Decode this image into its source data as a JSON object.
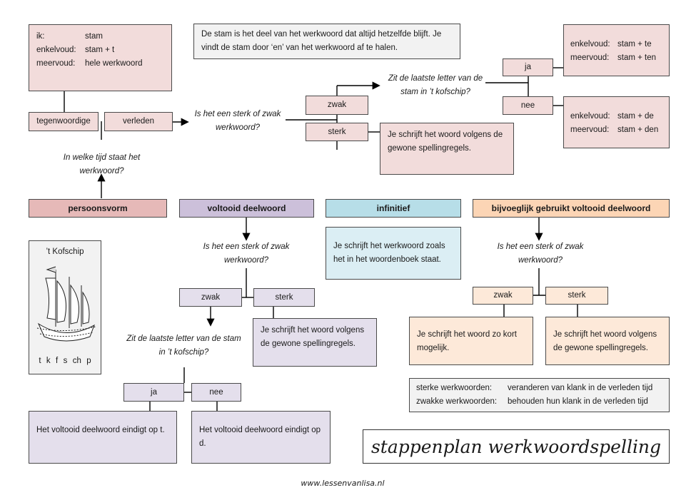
{
  "persoonsvorm": {
    "header": "persoonsvorm",
    "question_time": "In welke tijd staat het werkwoord?",
    "tegenwoordige": "tegenwoordige",
    "verleden": "verleden",
    "present_table": [
      {
        "k": "ik:",
        "v": "stam"
      },
      {
        "k": "enkelvoud:",
        "v": "stam + t"
      },
      {
        "k": "meervoud:",
        "v": "hele werkwoord"
      }
    ],
    "question_strong_weak": "Is het een sterk of zwak werkwoord?",
    "zwak": "zwak",
    "sterk": "sterk",
    "sterk_result": "Je schrijft het woord volgens de gewone spellingregels.",
    "question_kofschip": "Zit de laatste letter van de stam in ’t kofschip?",
    "ja": "ja",
    "nee": "nee",
    "ja_table": [
      {
        "k": "enkelvoud:",
        "v": "stam + te"
      },
      {
        "k": "meervoud:",
        "v": "stam + ten"
      }
    ],
    "nee_table": [
      {
        "k": "enkelvoud:",
        "v": "stam + de"
      },
      {
        "k": "meervoud:",
        "v": "stam + den"
      }
    ]
  },
  "stam_note": "De stam is het deel van het werkwoord dat altijd hetzelfde blijft. Je vindt de stam door ‘en’ van het werkwoord af te halen.",
  "voltooid": {
    "header": "voltooid deelwoord",
    "question": "Is het een sterk of zwak werkwoord?",
    "zwak": "zwak",
    "sterk": "sterk",
    "sterk_result": "Je schrijft het woord volgens de gewone spellingregels.",
    "question_kofschip": "Zit de laatste letter van de stam in ’t kofschip?",
    "ja": "ja",
    "nee": "nee",
    "ja_result": "Het voltooid deelwoord eindigt op t.",
    "nee_result": "Het voltooid deelwoord eindigt op d."
  },
  "infinitief": {
    "header": "infinitief",
    "text": "Je schrijft het werkwoord zoals het in het woordenboek staat."
  },
  "bijvoeglijk": {
    "header": "bijvoeglijk gebruikt voltooid deelwoord",
    "question": "Is het een sterk of zwak werkwoord?",
    "zwak": "zwak",
    "sterk": "sterk",
    "zwak_result": "Je schrijft het woord zo kort mogelijk.",
    "sterk_result": "Je schrijft het woord volgens de gewone spellingregels."
  },
  "kofschip": {
    "title": "’t Kofschip",
    "letters": [
      "t",
      "k",
      "f",
      "s",
      "ch",
      "p"
    ]
  },
  "definitions": [
    {
      "k": "sterke werkwoorden:",
      "v": "veranderen van klank in de verleden tijd"
    },
    {
      "k": "zwakke werkwoorden:",
      "v": "behouden hun klank in de verleden tijd"
    }
  ],
  "title": "stappenplan werkwoordspelling",
  "website": "www.lessenvanlisa.nl",
  "colors": {
    "pink": "#f2dcdb",
    "pink_header": "#e6b9b8",
    "lavender": "#e4dfec",
    "lavender_header": "#ccc0da",
    "blue": "#dbeef4",
    "blue_header": "#b7dee8",
    "peach": "#fde9d9",
    "peach_header": "#fcd5b5",
    "note_gray": "#f2f2f2"
  }
}
